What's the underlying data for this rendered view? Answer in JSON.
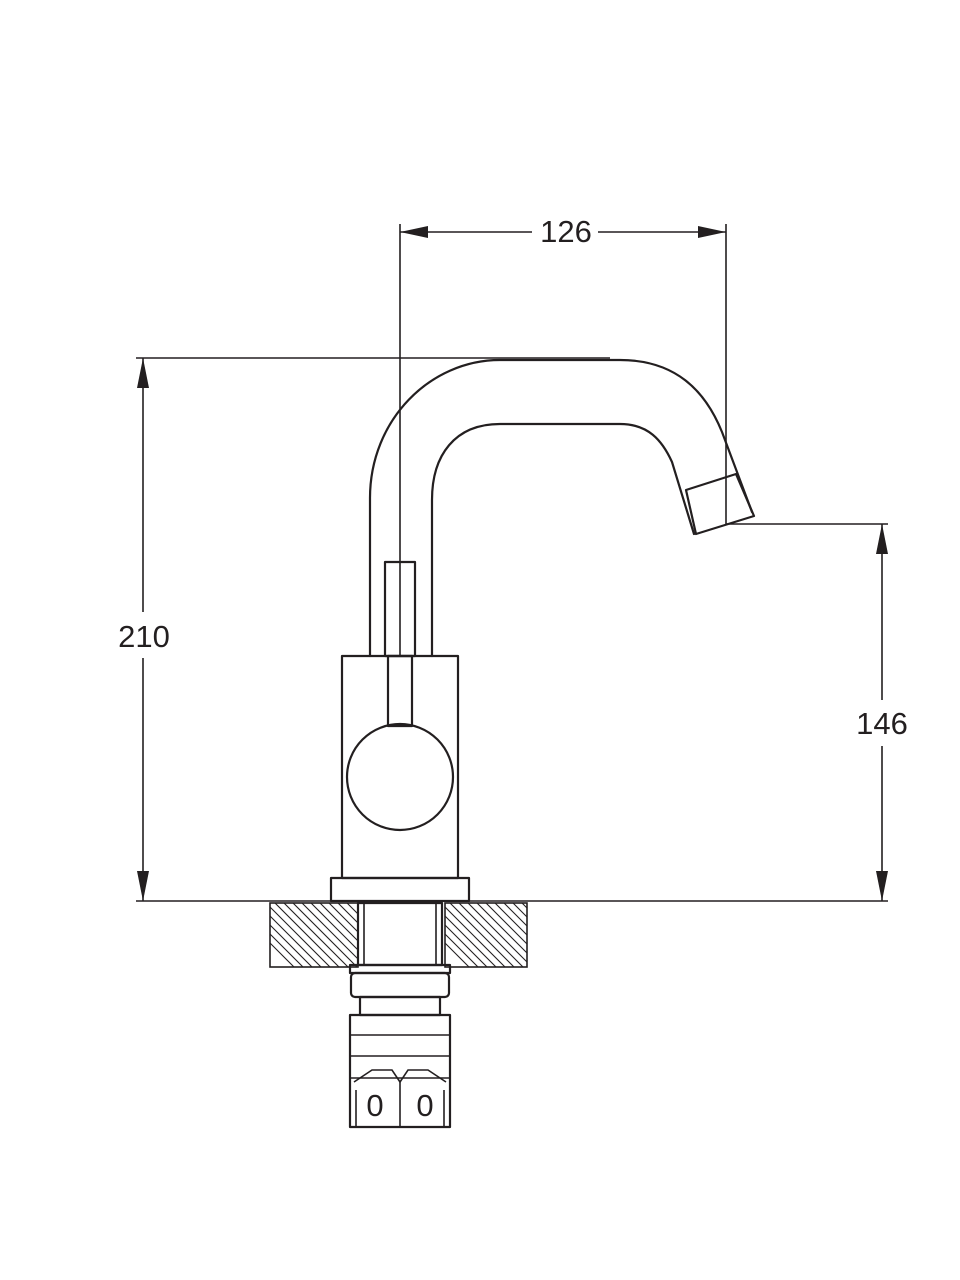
{
  "colors": {
    "line": "#231f20",
    "background": "#ffffff"
  },
  "dimensions": {
    "spout_reach": "126",
    "total_height": "210",
    "spout_height": "146"
  },
  "connector_marks": [
    "0",
    "0"
  ]
}
